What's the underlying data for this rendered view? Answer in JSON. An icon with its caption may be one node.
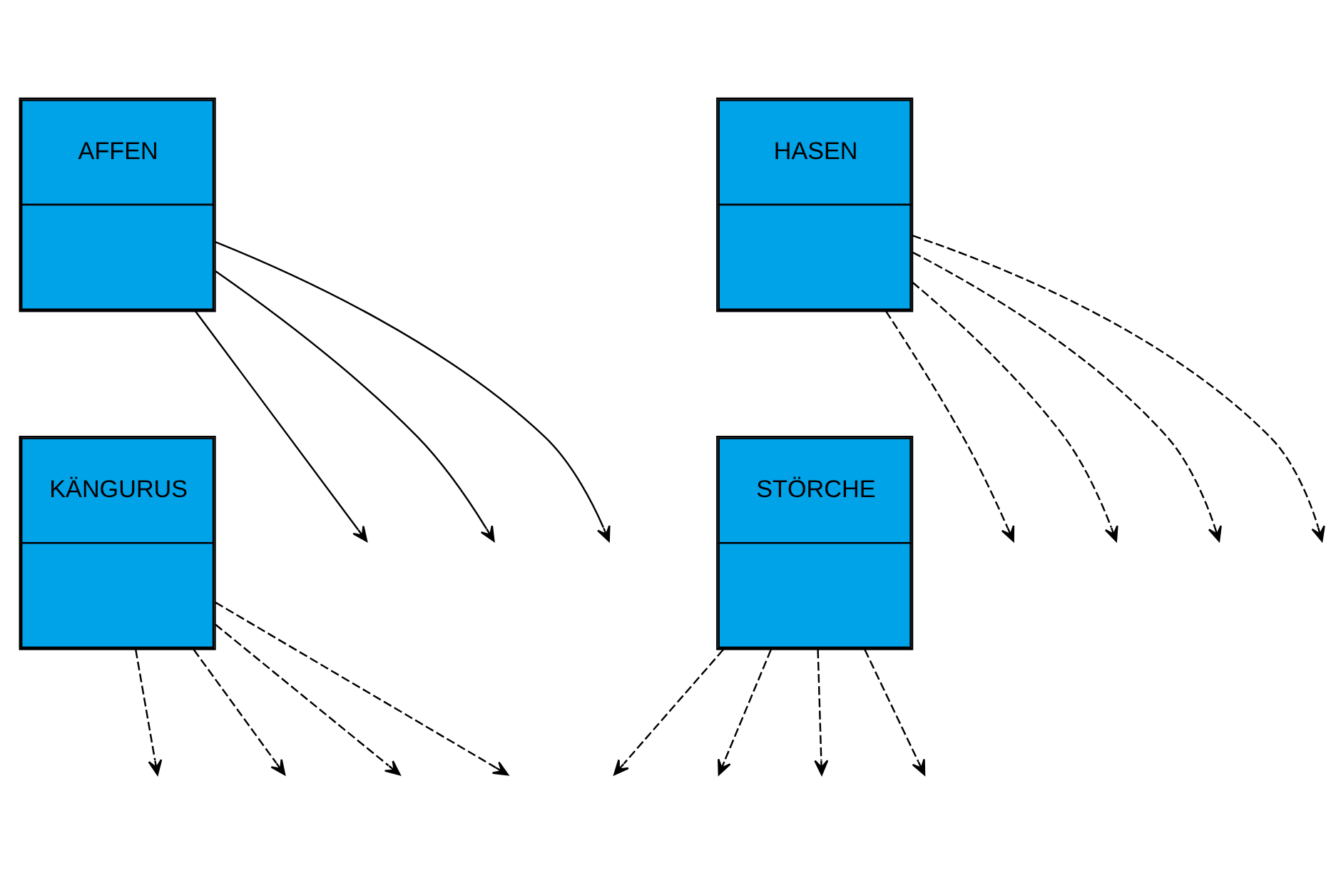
{
  "diagram": {
    "nodes": [
      {
        "text": [
          "AFFEN"
        ]
      },
      {
        "text": [
          "HASEN"
        ]
      },
      {
        "text": [
          "KÄNGURUS"
        ]
      },
      {
        "text": [
          "STÖRCHE"
        ]
      }
    ],
    "edges": [
      {
        "from": 0,
        "to": null,
        "arrow": "to"
      },
      {
        "from": 0,
        "to": null,
        "arrow": "to"
      },
      {
        "from": 0,
        "to": null,
        "arrow": "to"
      },
      {
        "from": 1,
        "to": null,
        "arrow": "to",
        "style": "dashed"
      },
      {
        "from": 1,
        "to": null,
        "arrow": "to",
        "style": "dashed"
      },
      {
        "from": 1,
        "to": null,
        "arrow": "to",
        "style": "dashed"
      },
      {
        "from": 1,
        "to": null,
        "arrow": "to",
        "style": "dashed"
      },
      {
        "from": 2,
        "to": null,
        "arrow": "to",
        "style": "dashed"
      },
      {
        "from": 2,
        "to": null,
        "arrow": "to",
        "style": "dashed"
      },
      {
        "from": 2,
        "to": null,
        "arrow": "to",
        "style": "dashed"
      },
      {
        "from": 2,
        "to": null,
        "arrow": "to",
        "style": "dashed"
      },
      {
        "from": 3,
        "to": null,
        "arrow": "to",
        "style": "dashed"
      },
      {
        "from": 3,
        "to": null,
        "arrow": "to",
        "style": "dashed"
      },
      {
        "from": 3,
        "to": null,
        "arrow": "to",
        "style": "dashed"
      },
      {
        "from": 3,
        "to": null,
        "arrow": "to",
        "style": "dashed"
      }
    ]
  }
}
